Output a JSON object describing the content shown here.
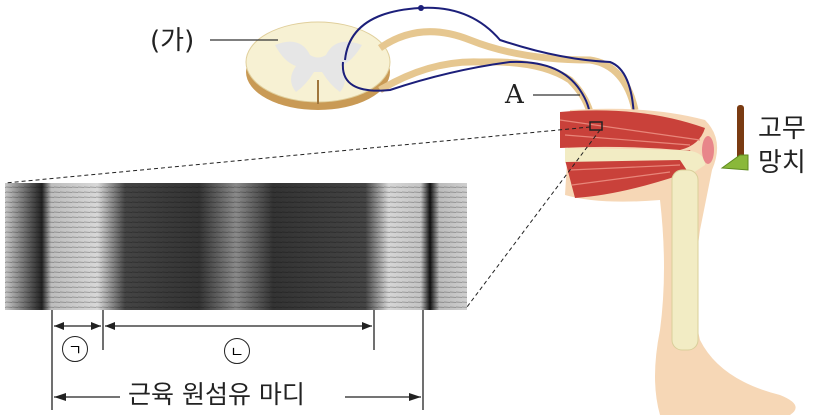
{
  "labels": {
    "ga": "(가)",
    "a": "A",
    "hammer": [
      "고무",
      "망치"
    ],
    "giyeok": "ㄱ",
    "nieun": "ㄴ",
    "sarcomere": "근육 원섬유 마디"
  },
  "colors": {
    "nerve": "#1c1f7a",
    "muscle": "#c9413a",
    "bone": "#f2ecc4",
    "skin": "#f6d7b6",
    "hammer_head": "#8ab83a",
    "hammer_handle": "#7a3b12"
  }
}
